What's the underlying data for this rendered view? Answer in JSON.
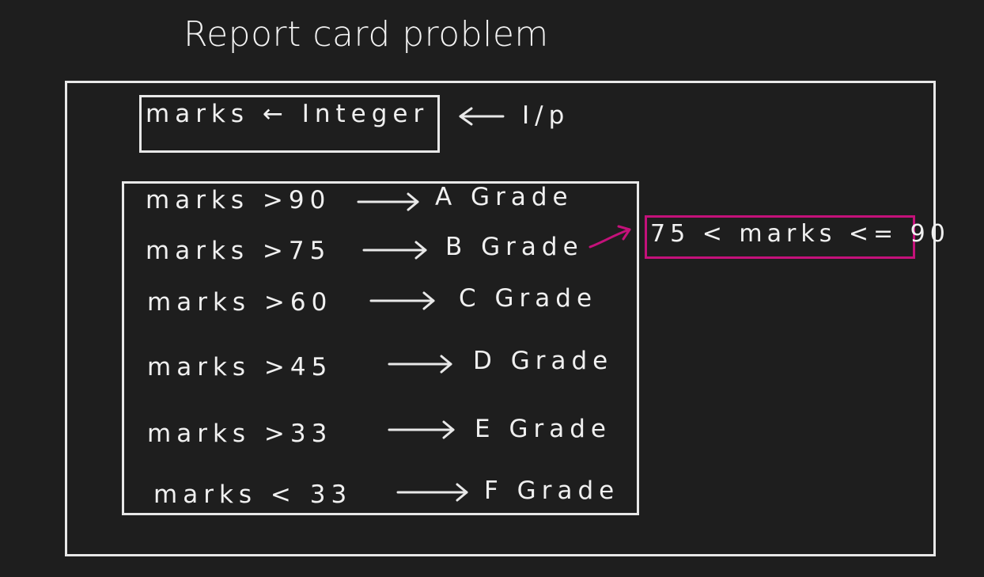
{
  "title": "Report card problem",
  "input_section": {
    "assignment": "marks ← Integer",
    "input_label": "I/p"
  },
  "rules": [
    {
      "condition": "marks >90",
      "grade": "A Grade"
    },
    {
      "condition": "marks >75",
      "grade": "B Grade"
    },
    {
      "condition": "marks >60",
      "grade": "C Grade"
    },
    {
      "condition": "marks >45",
      "grade": "D Grade"
    },
    {
      "condition": "marks >33",
      "grade": "E Grade"
    },
    {
      "condition": "marks < 33",
      "grade": "F Grade"
    }
  ],
  "annotation": {
    "text": "75 < marks <= 90",
    "color": "#c4117a"
  },
  "colors": {
    "background": "#1e1e1e",
    "stroke": "#e8e8e8",
    "highlight": "#c4117a"
  }
}
